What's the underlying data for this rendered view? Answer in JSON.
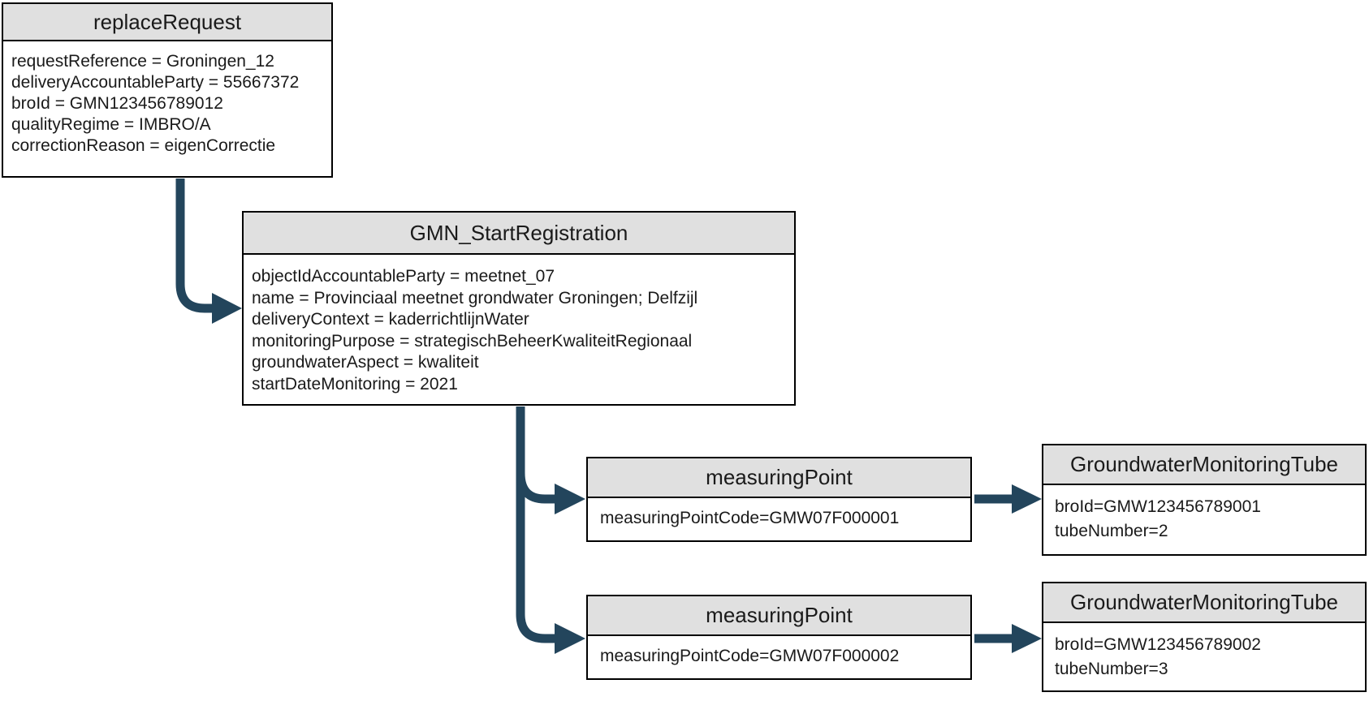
{
  "diagram": {
    "colors": {
      "arrow": "#23455C",
      "header_fill": "#E0E0E0",
      "border": "#000000",
      "body_fill": "#FFFFFF",
      "text": "#1A1A1A"
    },
    "nodes": {
      "replace_request": {
        "title": "replaceRequest",
        "attributes": [
          "requestReference = Groningen_12",
          "deliveryAccountableParty = 55667372",
          "broId = GMN123456789012",
          "qualityRegime = IMBRO/A",
          "correctionReason = eigenCorrectie"
        ]
      },
      "gmn_start_registration": {
        "title": "GMN_StartRegistration",
        "attributes": [
          "objectIdAccountableParty = meetnet_07",
          "name = Provinciaal meetnet grondwater Groningen; Delfzijl",
          "deliveryContext = kaderrichtlijnWater",
          "monitoringPurpose = strategischBeheerKwaliteitRegionaal",
          "groundwaterAspect = kwaliteit",
          "startDateMonitoring = 2021"
        ]
      },
      "measuring_point_1": {
        "title": "measuringPoint",
        "attributes": [
          "measuringPointCode=GMW07F000001"
        ]
      },
      "measuring_point_2": {
        "title": "measuringPoint",
        "attributes": [
          "measuringPointCode=GMW07F000002"
        ]
      },
      "tube_1": {
        "title": "GroundwaterMonitoringTube",
        "attributes": [
          "broId=GMW123456789001",
          "tubeNumber=2"
        ]
      },
      "tube_2": {
        "title": "GroundwaterMonitoringTube",
        "attributes": [
          "broId=GMW123456789002",
          "tubeNumber=3"
        ]
      }
    },
    "edges": [
      {
        "from": "replace_request",
        "to": "gmn_start_registration"
      },
      {
        "from": "gmn_start_registration",
        "to": "measuring_point_1"
      },
      {
        "from": "gmn_start_registration",
        "to": "measuring_point_2"
      },
      {
        "from": "measuring_point_1",
        "to": "tube_1"
      },
      {
        "from": "measuring_point_2",
        "to": "tube_2"
      }
    ]
  }
}
